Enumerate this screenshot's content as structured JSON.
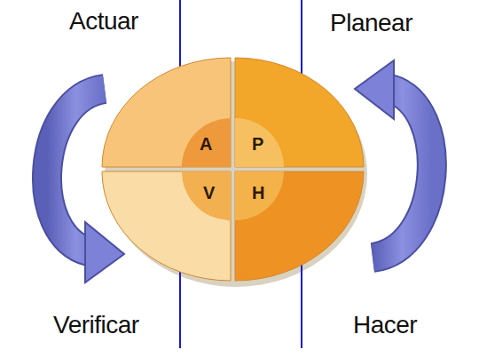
{
  "diagram": {
    "nodes": [
      {
        "text": [
          "A"
        ]
      },
      {
        "text": [
          "P"
        ]
      },
      {
        "text": [
          "V"
        ]
      },
      {
        "text": [
          "H"
        ]
      }
    ],
    "labels": [
      "Actuar",
      "Planear",
      "Verificar",
      "Hacer"
    ]
  }
}
